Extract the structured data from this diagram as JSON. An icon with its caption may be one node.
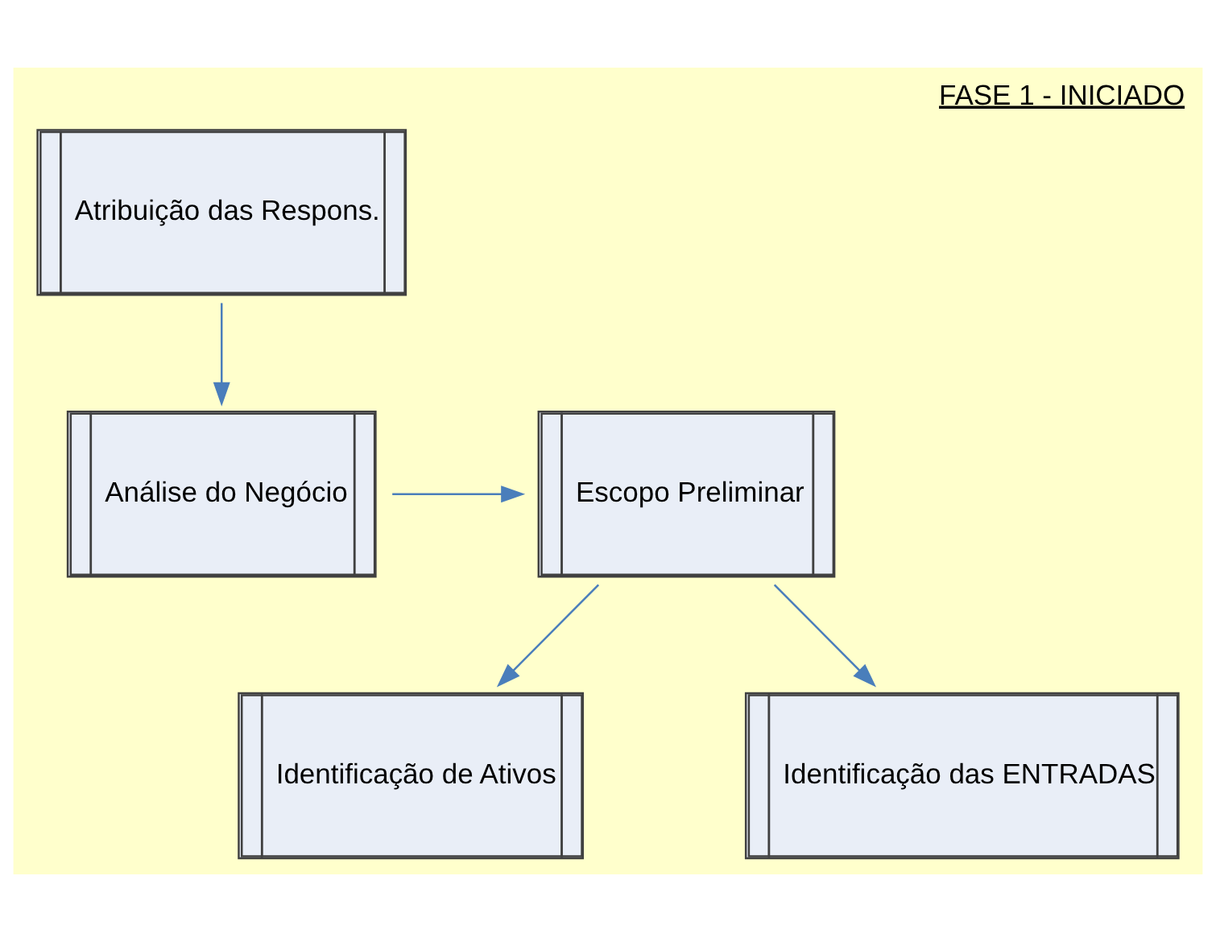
{
  "diagram": {
    "title": "FASE 1 - INICIADO",
    "nodes": [
      {
        "text": [
          "Atribuição das Respons."
        ]
      },
      {
        "text": [
          "Análise do Negócio"
        ]
      },
      {
        "text": [
          "Escopo Preliminar"
        ]
      },
      {
        "text": [
          "Identificação de Ativos"
        ]
      },
      {
        "text": [
          "Identificação das ENTRADAS"
        ]
      }
    ],
    "edges": [
      {
        "from": 0,
        "to": 1,
        "arrow": "to"
      },
      {
        "from": 1,
        "to": 2,
        "arrow": "to"
      },
      {
        "from": 2,
        "to": 3,
        "arrow": "to"
      },
      {
        "from": 2,
        "to": 4,
        "arrow": "to"
      }
    ]
  }
}
